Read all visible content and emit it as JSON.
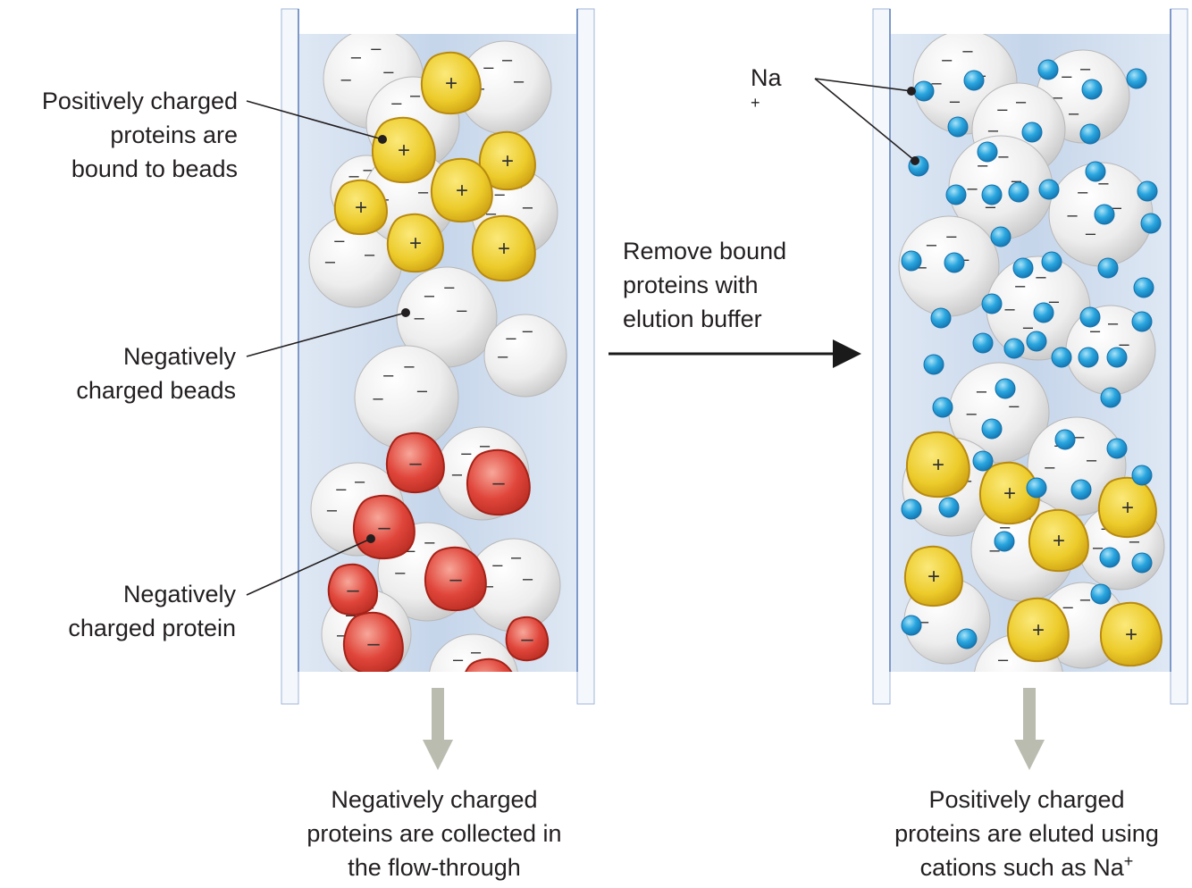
{
  "labels": {
    "positive_bound": [
      "Positively charged",
      "proteins are",
      "bound to beads"
    ],
    "negative_beads": [
      "Negatively",
      "charged beads"
    ],
    "negative_protein": [
      "Negatively",
      "charged protein"
    ],
    "step": [
      "Remove bound",
      "proteins with",
      "elution buffer"
    ],
    "na_label": "Na",
    "na_charge": "+",
    "result_left": [
      "Negatively charged",
      "proteins are collected in",
      "the flow-through"
    ],
    "result_right_lines": [
      "Positively charged",
      "proteins are eluted using"
    ],
    "result_right_last": "cations such as Na",
    "result_right_charge": "+"
  },
  "glyphs": {
    "minus": "–",
    "plus": "+"
  },
  "colors": {
    "column_fill": "#c9d8ec",
    "column_wall": "#7f9bc9",
    "bead": "#ececec",
    "positive_protein": "#eccb2a",
    "negative_protein": "#e0453a",
    "sodium_ion": "#2aa6df",
    "arrow_black": "#1a1a1a",
    "arrow_gray": "#b9bcae"
  }
}
